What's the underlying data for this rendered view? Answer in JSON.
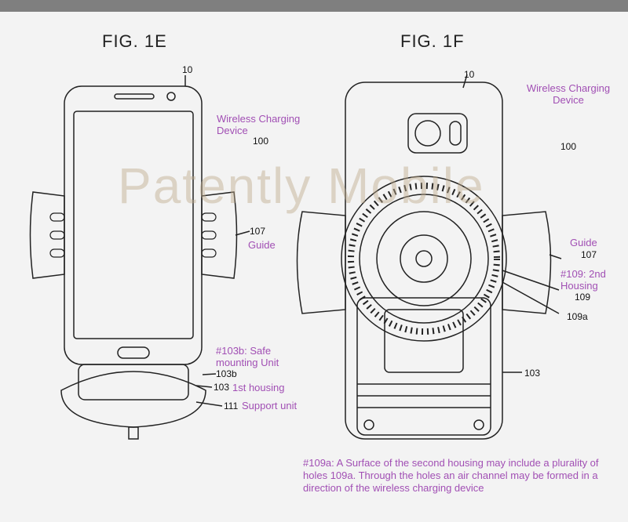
{
  "figures": {
    "left": {
      "title": "FIG. 1E",
      "ref_10": "10",
      "ref_100": "100",
      "ref_107": "107",
      "ref_103b": "103b",
      "ref_103": "103",
      "ref_111": "111",
      "label_device": "Wireless Charging Device",
      "label_guide": "Guide",
      "label_103b": "#103b: Safe mounting Unit",
      "label_103": "1st housing",
      "label_111": "Support unit"
    },
    "right": {
      "title": "FIG. 1F",
      "ref_10": "10",
      "ref_100": "100",
      "ref_107": "107",
      "ref_109": "109",
      "ref_109a": "109a",
      "ref_103": "103",
      "label_device": "Wireless Charging Device",
      "label_guide": "Guide",
      "label_109": "#109: 2nd Housing"
    }
  },
  "watermark": "Patently Mobile",
  "caption": "#109a: A Surface of the second housing may include a plurality of holes 109a. Through the holes an air channel may be formed in a direction of the wireless charging device",
  "colors": {
    "annotation": "#a14fb4",
    "background": "#f3f3f3",
    "topbar": "#7f7f7f"
  }
}
